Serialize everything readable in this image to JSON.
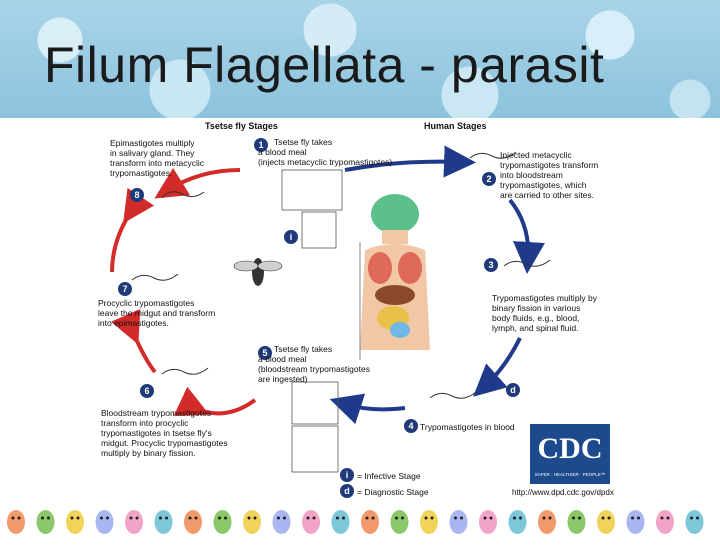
{
  "slide": {
    "title": "Filum Flagellata - parasit"
  },
  "diagram": {
    "left_header": "Tsetse fly Stages",
    "right_header": "Human Stages",
    "steps": [
      {
        "num": "1",
        "text": "Tsetse fly takes\na blood meal\n(injects metacyclic trypomastigotes)"
      },
      {
        "num": "2",
        "text": "Injected metacyclic\ntrypomastigotes transform\ninto bloodstream\ntrypomastigotes, which\nare carried to other sites."
      },
      {
        "num": "3",
        "text": "Trypomastigotes multiply by\nbinary fission in various\nbody fluids, e.g., blood,\nlymph, and spinal fluid."
      },
      {
        "num": "4",
        "text": "Trypomastigotes in blood"
      },
      {
        "num": "5",
        "text": "Tsetse fly takes\na blood meal\n(bloodstream trypomastigotes\nare ingested)"
      },
      {
        "num": "6",
        "text": "Bloodstream trypomastigotes\ntransform into procyclic\ntrypomastigotes in tsetse fly's\nmidgut. Procyclic trypomastigotes\nmultiply by binary fission."
      },
      {
        "num": "7",
        "text": "Procyclic trypomastigotes\nleave the midgut and transform\ninto epimastigotes."
      },
      {
        "num": "8",
        "text": "Epimastigotes multiply\nin salivary gland. They\ntransform into metacyclic\ntrypomastigotes."
      }
    ],
    "legend": [
      {
        "symbol": "i",
        "text": "= Infective Stage"
      },
      {
        "symbol": "d",
        "text": "= Diagnostic Stage"
      }
    ],
    "cdc": {
      "logo": "CDC",
      "tagline": "SAFER · HEALTHIER · PEOPLE™",
      "url": "http://www.dpd.cdc.gov/dpdx"
    }
  },
  "colors": {
    "tsetse_arrow": "#d32a2a",
    "human_arrow": "#1f3a8a",
    "banner": "#a9d4e8"
  }
}
